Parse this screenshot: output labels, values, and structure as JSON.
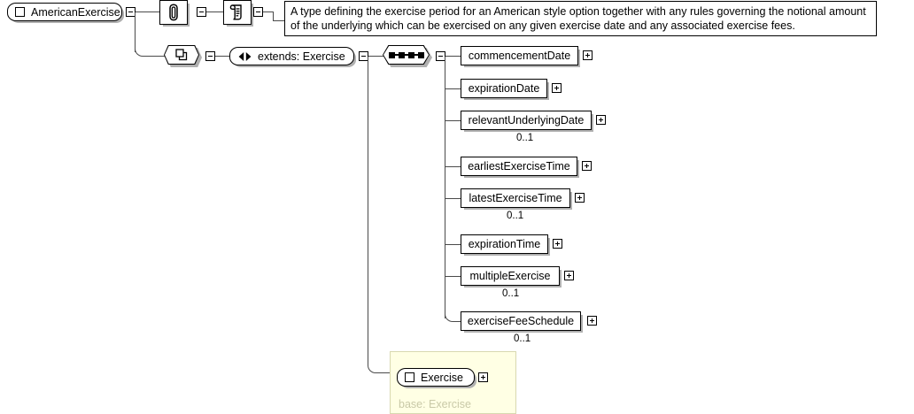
{
  "diagram": {
    "type": "xml-schema-diagram",
    "root": {
      "name": "AmericanExercise",
      "icon": "element-node-icon"
    },
    "annotation_icon": "paperclip-annotation-icon",
    "documentation_icon": "documentation-scroll-icon",
    "documentation": "A type defining the exercise period for an American style option together with any rules governing the notional amount of the underlying which can be exercised on any given exercise date and any associated exercise fees.",
    "extension": {
      "icon": "complex-type-extension-icon",
      "label": "extends: Exercise",
      "ref_icon": "group-reference-icon"
    },
    "compositor": {
      "kind": "sequence",
      "icon": "sequence-compositor-icon"
    },
    "elements": [
      {
        "name": "commencementDate",
        "cardinality": ""
      },
      {
        "name": "expirationDate",
        "cardinality": ""
      },
      {
        "name": "relevantUnderlyingDate",
        "cardinality": "0..1"
      },
      {
        "name": "earliestExerciseTime",
        "cardinality": ""
      },
      {
        "name": "latestExerciseTime",
        "cardinality": "0..1"
      },
      {
        "name": "expirationTime",
        "cardinality": ""
      },
      {
        "name": "multipleExercise",
        "cardinality": "0..1"
      },
      {
        "name": "exerciseFeeSchedule",
        "cardinality": "0..1"
      }
    ],
    "base": {
      "node_label": "Exercise",
      "node_icon": "element-node-icon",
      "caption": "base: Exercise"
    },
    "colors": {
      "line": "#4a4a4a",
      "box_border": "#000000",
      "box_shadow": "#b0b0b0",
      "base_panel_bg": "#ffffe4",
      "base_panel_border": "#d8d8b0",
      "base_caption": "#c9c9a8"
    }
  }
}
